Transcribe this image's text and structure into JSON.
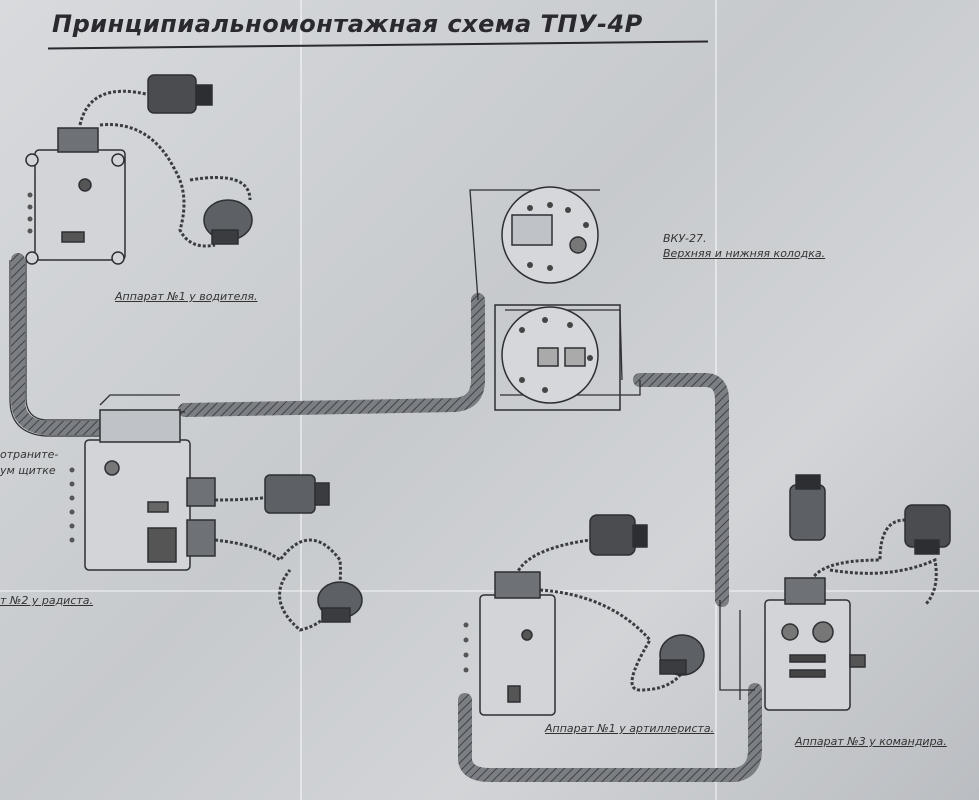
{
  "title": "Принципиальномонтажная схема ТПУ-4Р",
  "labels": {
    "vku": "ВКУ-27.",
    "vku_sub": "Верхняя и нижняя колодка.",
    "app_driver": "Аппарат №1 у водителя.",
    "limiter_line1": "отраните-",
    "limiter_line2": "ум щитке",
    "app_radio": "т №2 у радиста.",
    "app_gunner": "Аппарат №1 у артиллериста.",
    "app_commander": "Аппарат №3 у командира."
  }
}
